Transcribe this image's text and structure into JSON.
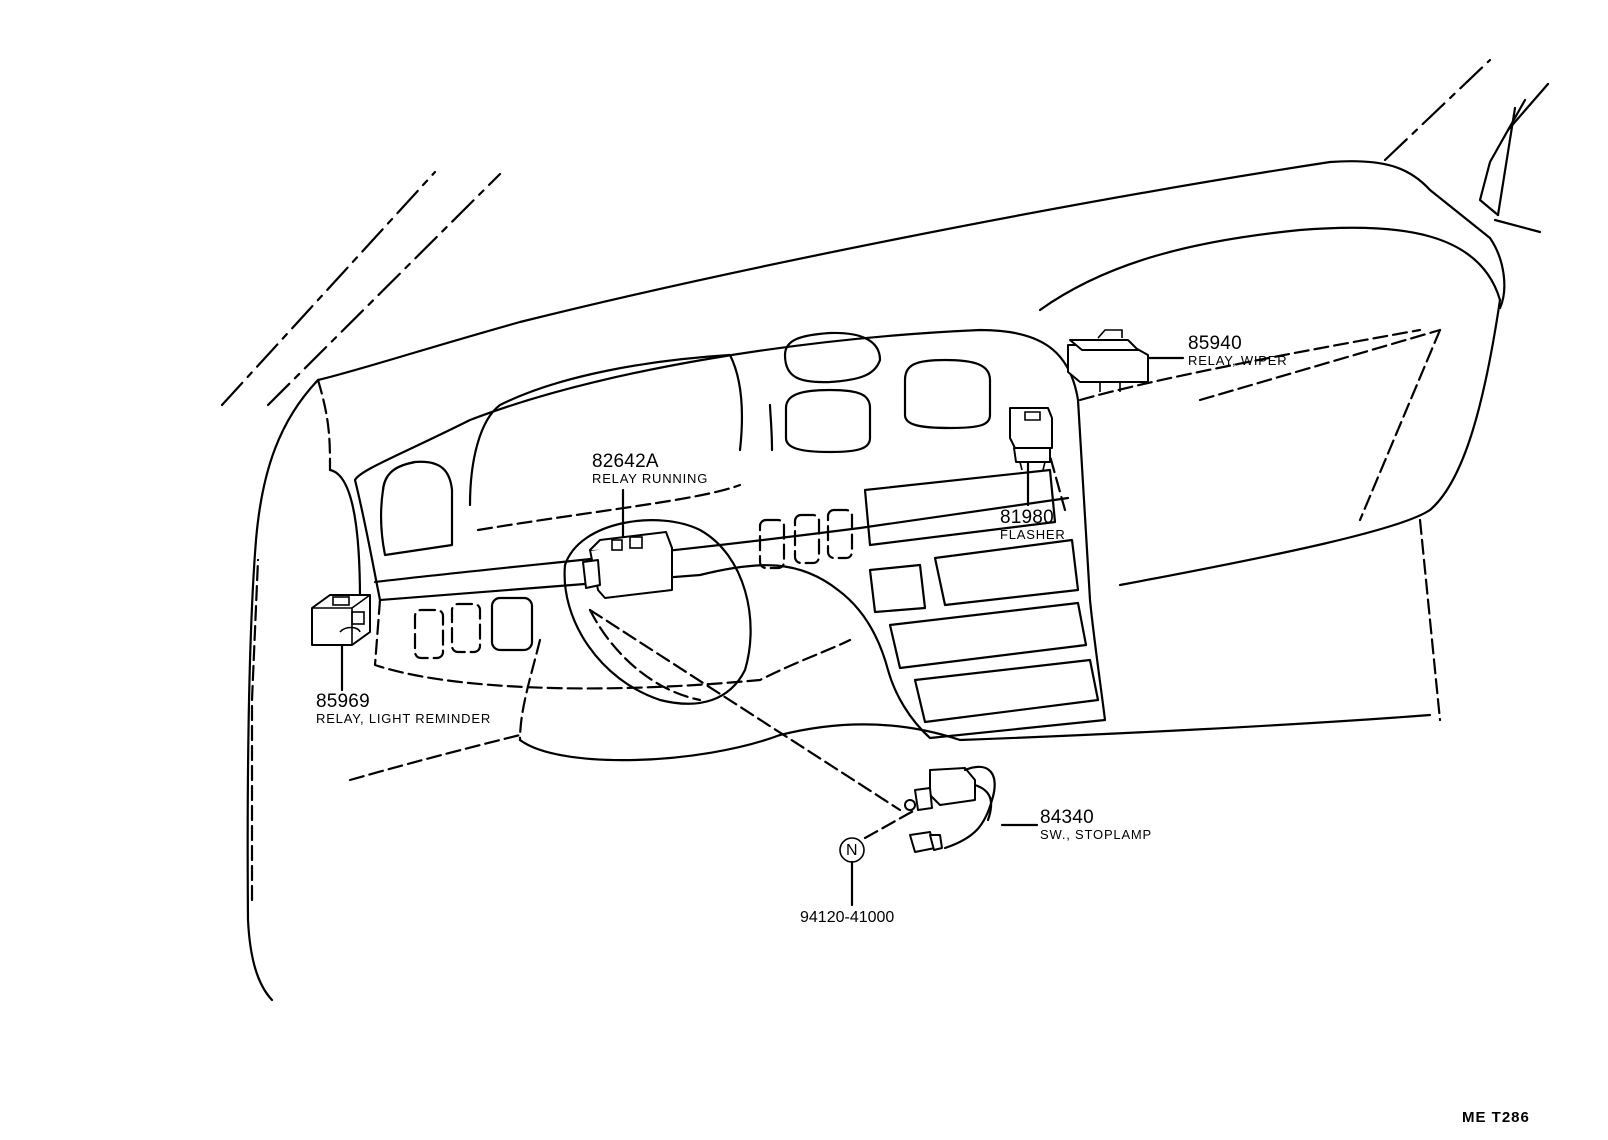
{
  "parts": [
    {
      "number": "85940",
      "name": "RELAY, WIPER"
    },
    {
      "number": "82642A",
      "name": "RELAY RUNNING"
    },
    {
      "number": "81980",
      "name": "FLASHER"
    },
    {
      "number": "85969",
      "name": "RELAY, LIGHT REMINDER"
    },
    {
      "number": "84340",
      "name": "SW., STOPLAMP"
    }
  ],
  "bolt": {
    "symbol": "N",
    "number": "94120-41000"
  },
  "drawing_code": "ME  T286"
}
